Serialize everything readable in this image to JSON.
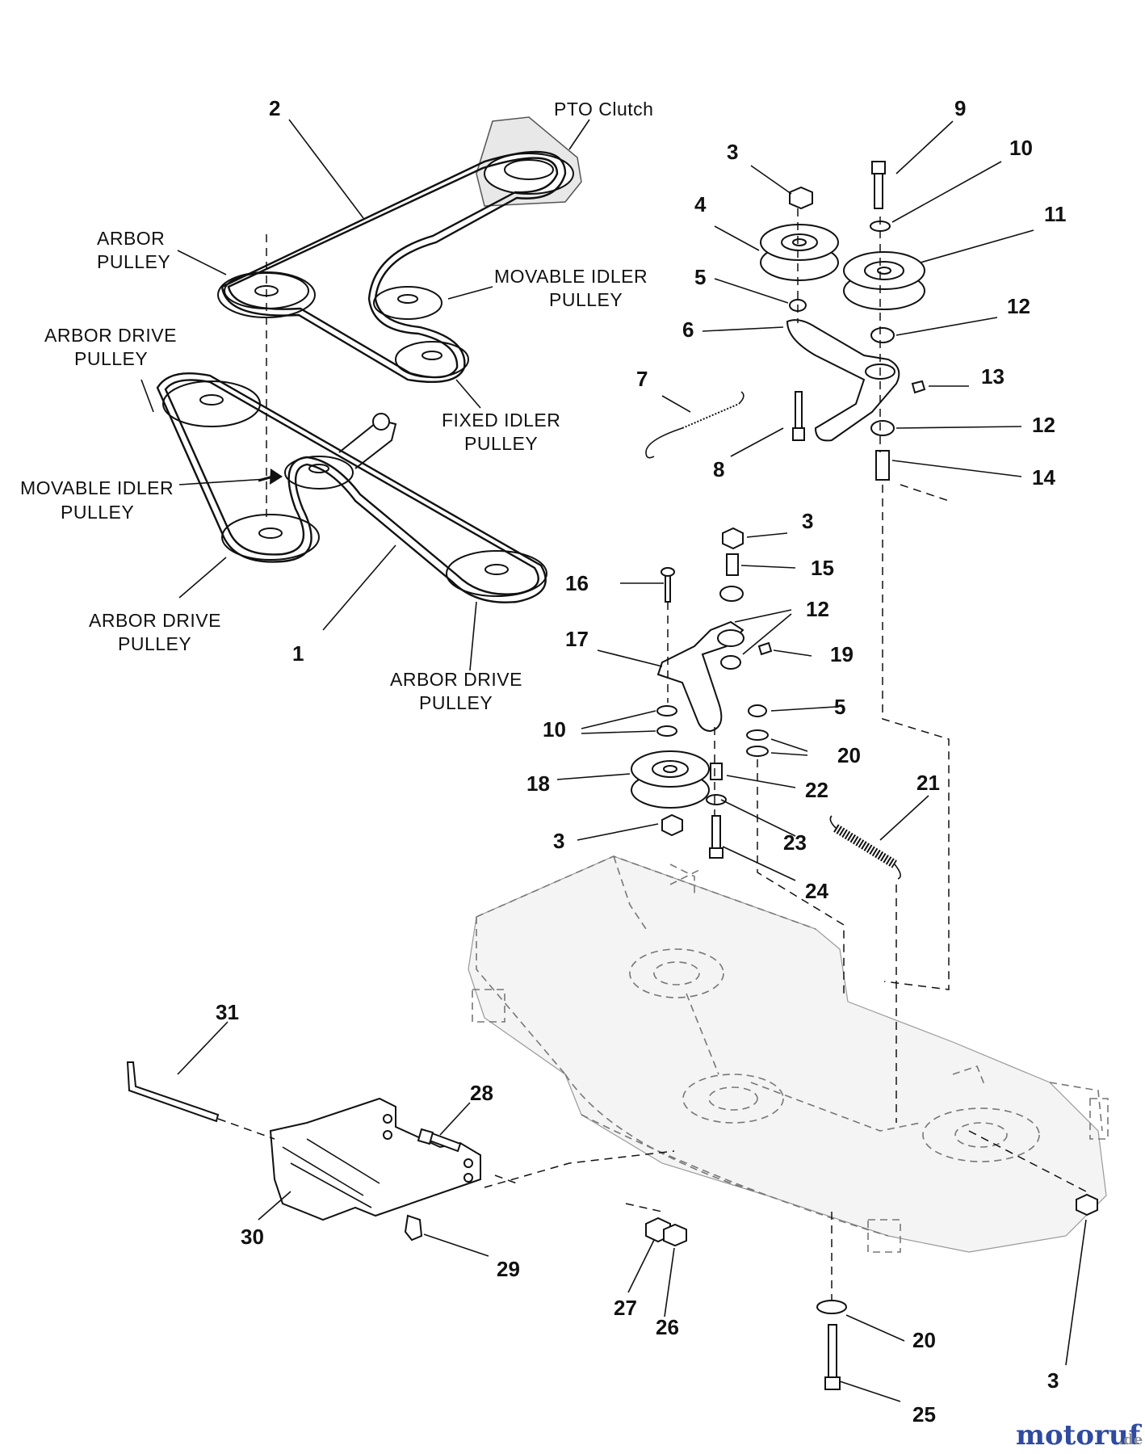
{
  "part_numbers": {
    "n1": "1",
    "n2": "2",
    "n3a": "3",
    "n3b": "3",
    "n3c": "3",
    "n3d": "3",
    "n4": "4",
    "n5a": "5",
    "n5b": "5",
    "n6": "6",
    "n7": "7",
    "n8": "8",
    "n9": "9",
    "n10a": "10",
    "n10b": "10",
    "n11": "11",
    "n12a": "12",
    "n12b": "12",
    "n12c": "12",
    "n13": "13",
    "n14": "14",
    "n15": "15",
    "n16": "16",
    "n17": "17",
    "n18": "18",
    "n19": "19",
    "n20a": "20",
    "n20b": "20",
    "n21": "21",
    "n22": "22",
    "n23": "23",
    "n24": "24",
    "n25": "25",
    "n26": "26",
    "n27": "27",
    "n28": "28",
    "n29": "29",
    "n30": "30",
    "n31": "31"
  },
  "labels": {
    "pto_clutch": "PTO Clutch",
    "arbor_pulley_1": "ARBOR",
    "arbor_pulley_2": "PULLEY",
    "movable_idler_top_1": "MOVABLE IDLER",
    "movable_idler_top_2": "PULLEY",
    "arbor_drive_top_1": "ARBOR DRIVE",
    "arbor_drive_top_2": "PULLEY",
    "fixed_idler_1": "FIXED IDLER",
    "fixed_idler_2": "PULLEY",
    "movable_idler_left_1": "MOVABLE IDLER",
    "movable_idler_left_2": "PULLEY",
    "arbor_drive_bl_1": "ARBOR DRIVE",
    "arbor_drive_bl_2": "PULLEY",
    "arbor_drive_br_1": "ARBOR DRIVE",
    "arbor_drive_br_2": "PULLEY"
  },
  "watermark": {
    "brand": "motoruf",
    "suffix": ".de"
  },
  "colors": {
    "line": "#111111",
    "deck": "#777777",
    "watermark_blue": "#2f4aa0",
    "watermark_grey": "#8a8f9a"
  }
}
